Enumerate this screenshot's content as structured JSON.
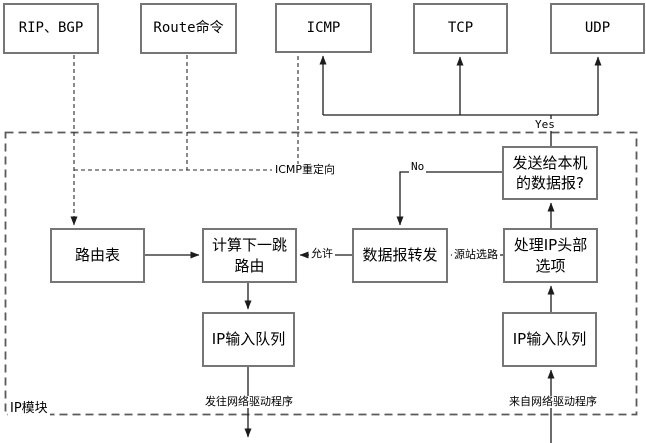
{
  "colors": {
    "background": "#ffffff",
    "box_border": "#767676",
    "solid_line": "#1c1c1c",
    "dashed_line": "#2a2a2a",
    "module_border": "#5a5a5a",
    "text": "#000000"
  },
  "protocols": {
    "rip_bgp": "RIP、BGP",
    "route_cmd": "Route命令",
    "icmp": "ICMP",
    "tcp": "TCP",
    "udp": "UDP"
  },
  "module": {
    "label": "IP模块"
  },
  "nodes": {
    "routing_table": "路由表",
    "calc_next_hop": "计算下一跳\n路由",
    "datagram_forwarding": "数据报转发",
    "process_ip_header": "处理IP头部\n选项",
    "sent_to_local_host": "发送给本机\n的数据报?",
    "ip_input_queue_left": "IP输入队列",
    "ip_input_queue_right": "IP输入队列"
  },
  "edge_labels": {
    "yes": "Yes",
    "no": "No",
    "icmp_redirect": "ICMP重定向",
    "allow": "允许",
    "source_routing": "源站选路",
    "to_network_driver": "发往网络驱动程序",
    "from_network_driver": "来自网络驱动程序"
  }
}
